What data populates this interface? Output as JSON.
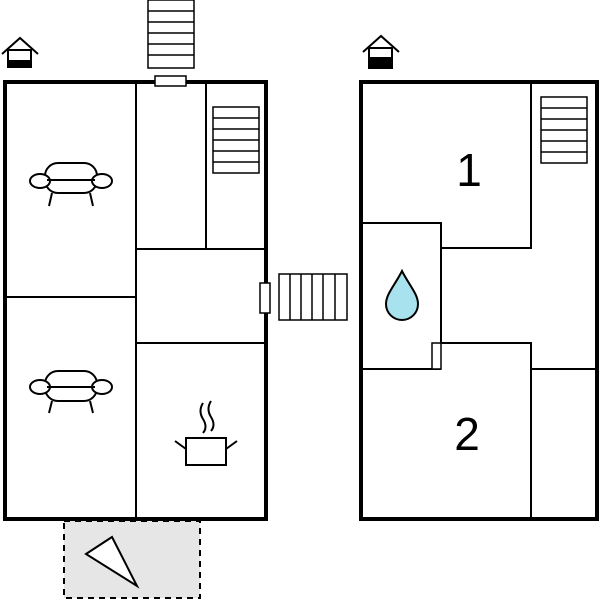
{
  "floorplan": {
    "floors": [
      {
        "level": "ground",
        "icon": "house-ground-floor-icon",
        "rooms": [
          {
            "type": "living-room",
            "icon": "sofa-icon"
          },
          {
            "type": "living-room",
            "icon": "sofa-icon"
          },
          {
            "type": "kitchen",
            "icon": "cooking-pot-icon"
          },
          {
            "type": "hallway",
            "icon": "stairs-icon"
          }
        ]
      },
      {
        "level": "upper",
        "icon": "house-upper-floor-icon",
        "rooms": [
          {
            "type": "bedroom",
            "number": "1"
          },
          {
            "type": "bathroom",
            "icon": "water-drop-icon"
          },
          {
            "type": "bedroom",
            "number": "2"
          },
          {
            "type": "hallway",
            "icon": "stairs-icon"
          }
        ]
      }
    ],
    "outdoor": [
      {
        "type": "terrace",
        "icon": "compass-pointer-icon"
      }
    ]
  },
  "colors": {
    "wall": "#000000",
    "water_drop": "#a8e2ee",
    "terrace_fill": "#e6e6e6",
    "door": "#ffffff"
  }
}
